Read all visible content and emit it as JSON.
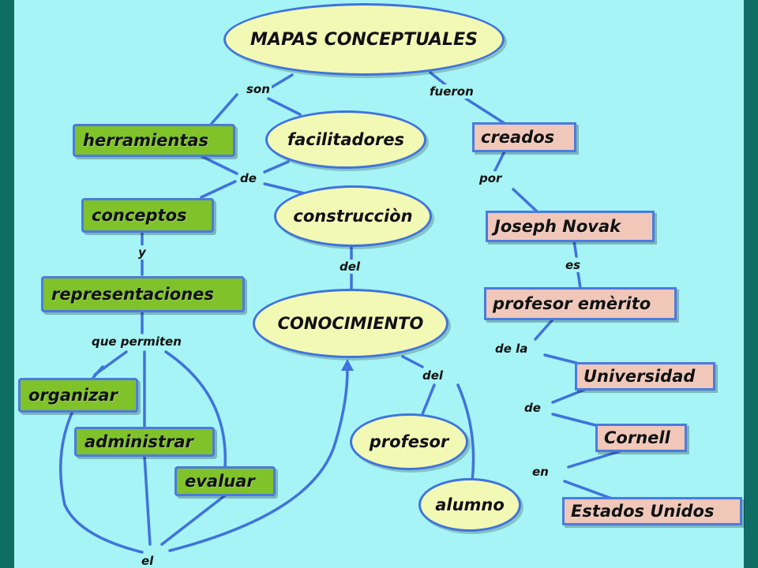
{
  "title": "MAPAS CONCEPTUALES",
  "nodes": {
    "herramientas": "herramientas",
    "facilitadores": "facilitadores",
    "creados": "creados",
    "conceptos": "conceptos",
    "construccion": "construcciòn",
    "joseph_novak": "Joseph Novak",
    "representaciones": "representaciones",
    "conocimiento": "CONOCIMIENTO",
    "profesor_emerito": "profesor emèrito",
    "organizar": "organizar",
    "universidad": "Universidad",
    "administrar": "administrar",
    "profesor": "profesor",
    "cornell": "Cornell",
    "evaluar": "evaluar",
    "alumno": "alumno",
    "estados_unidos": "Estados Unidos"
  },
  "links": {
    "son": "son",
    "fueron": "fueron",
    "de_1": "de",
    "por": "por",
    "y": "y",
    "del_1": "del",
    "es": "es",
    "que_permiten": "que permiten",
    "de_la": "de la",
    "del_2": "del",
    "de_2": "de",
    "en": "en",
    "el": "el"
  },
  "colors": {
    "background": "#a6f4f5",
    "frame": "#0d6b63",
    "green_box": "#80c22a",
    "pink_box": "#f0c7b8",
    "oval": "#f2f9b4",
    "line": "#3f73dd"
  }
}
